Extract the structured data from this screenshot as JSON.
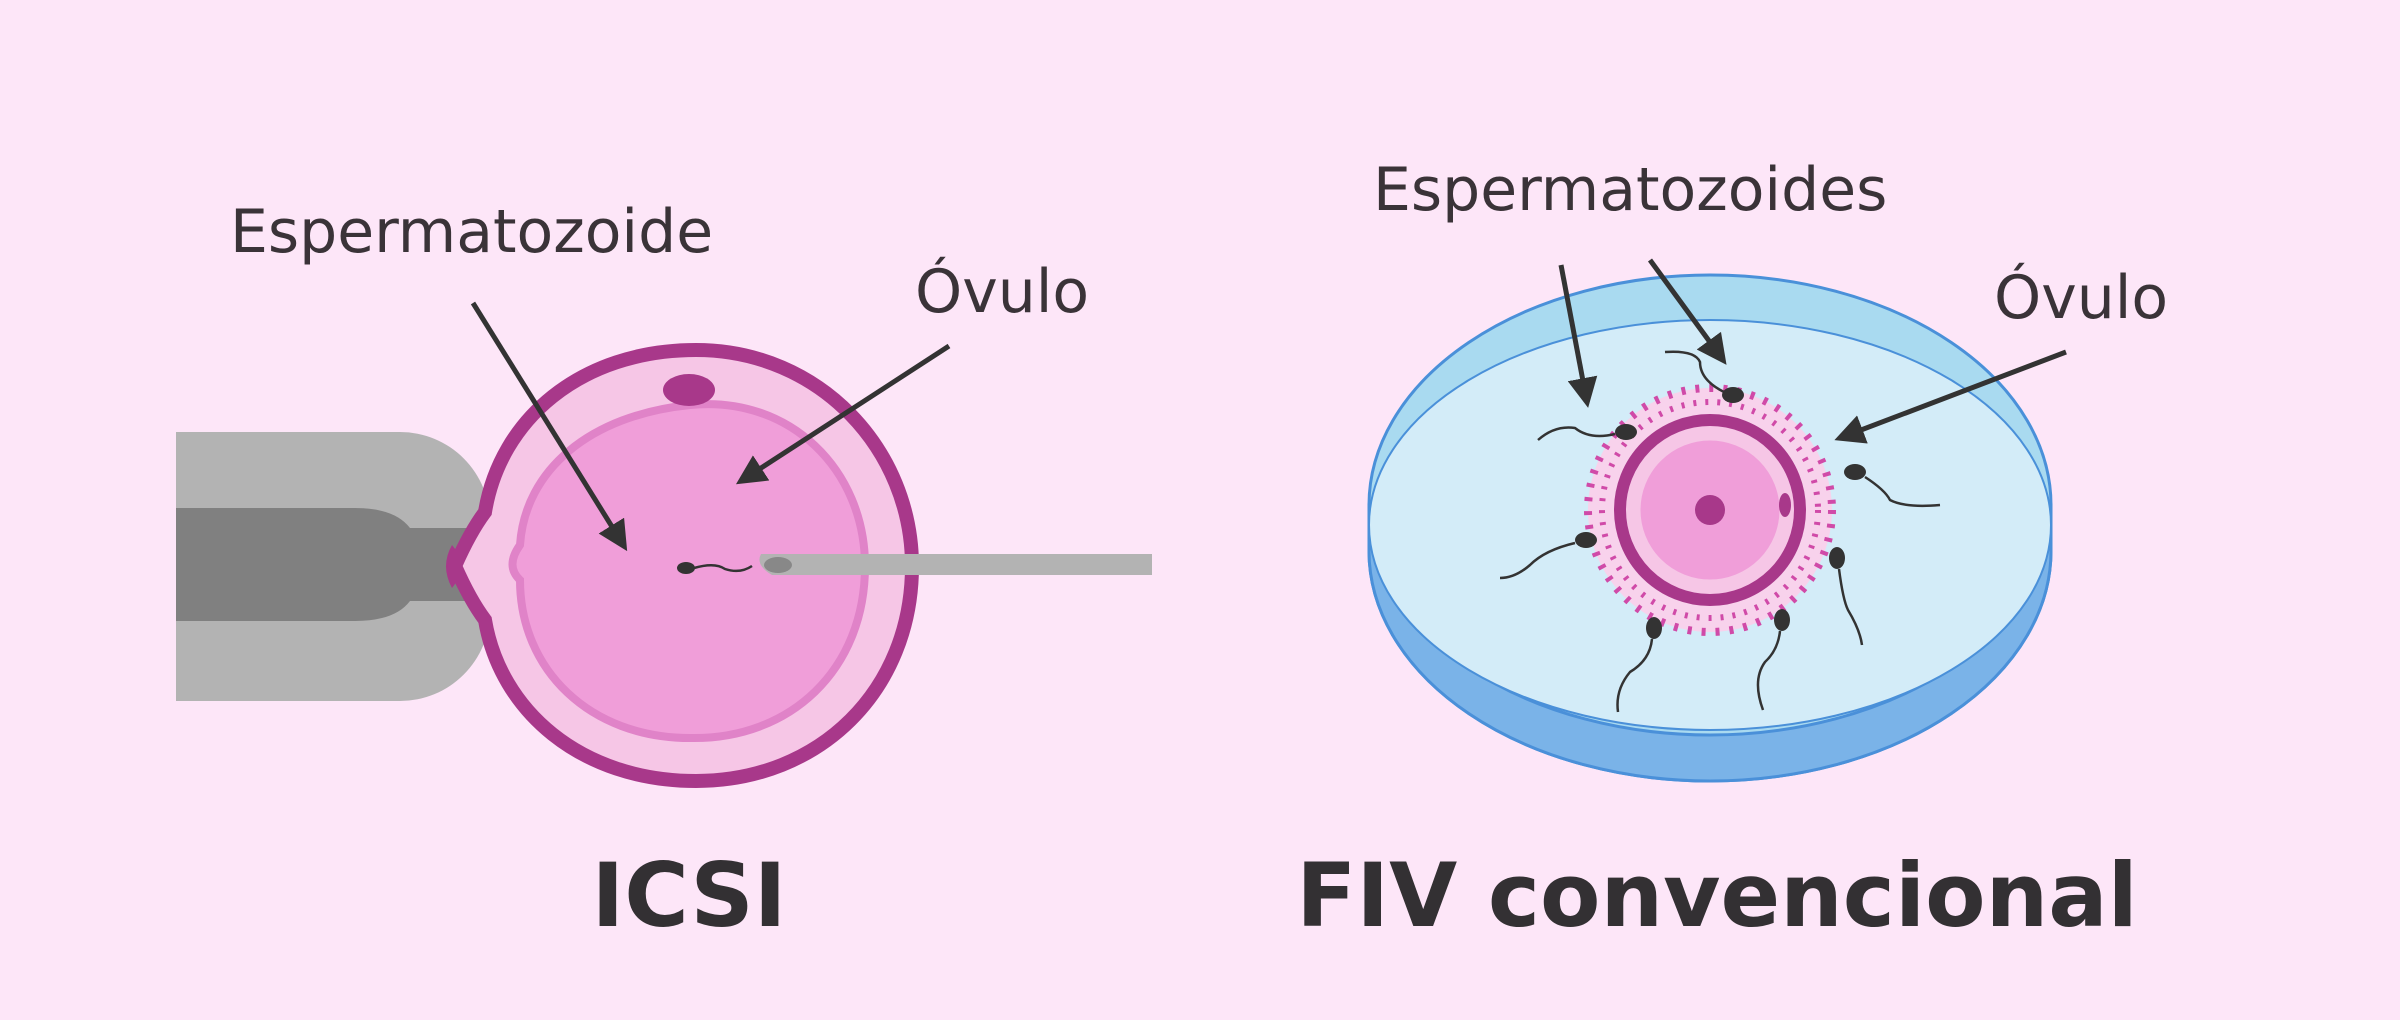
{
  "icsi": {
    "title": "ICSI",
    "label_sperm": "Espermatozoide",
    "label_egg": "Óvulo"
  },
  "fiv": {
    "title": "FIV convencional",
    "label_sperm": "Espermatozoides",
    "label_egg": "Óvulo"
  },
  "colors": {
    "background": "#fde6f8",
    "egg_outline": "#a8388a",
    "egg_fill": "#f09ed9",
    "dish": "#d3ecf8",
    "dish_edge": "#4a90d9"
  }
}
